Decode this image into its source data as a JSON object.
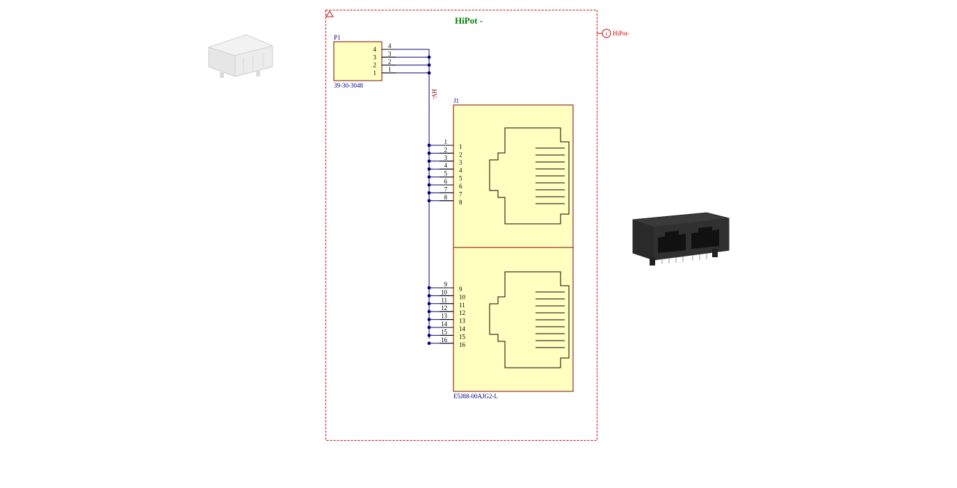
{
  "sheet": {
    "title": "HiPot -",
    "port_label": "HiPot-",
    "port_icon": "i",
    "net_label": "HV-"
  },
  "colors": {
    "wire": "#000080",
    "body_fill": "#ffffc0",
    "body_stroke": "#800000",
    "frame": "#cc0000",
    "title": "#008000"
  },
  "p1": {
    "ref": "P1",
    "value": "39-30-3048",
    "pins": [
      "4",
      "3",
      "2",
      "1"
    ]
  },
  "j1": {
    "ref": "J1",
    "value": "E5J88-00AJG2-L",
    "upper_pins": [
      "1",
      "2",
      "3",
      "4",
      "5",
      "6",
      "7",
      "8"
    ],
    "lower_pins": [
      "9",
      "10",
      "11",
      "12",
      "13",
      "14",
      "15",
      "16"
    ]
  },
  "images": [
    {
      "name": "molex-connector-photo",
      "icon": "white-housing"
    },
    {
      "name": "rj45-jack-photo",
      "icon": "dual-rj45"
    }
  ]
}
